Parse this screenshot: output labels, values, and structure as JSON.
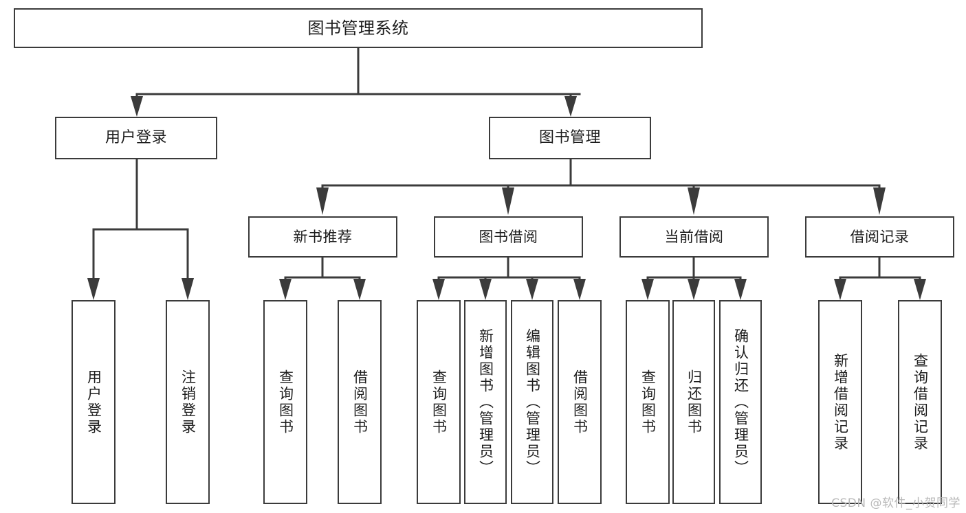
{
  "diagram": {
    "title": "图书管理系统",
    "type": "tree",
    "root": {
      "label": "图书管理系统"
    },
    "level1": [
      {
        "id": "user-login",
        "label": "用户登录"
      },
      {
        "id": "book-manage",
        "label": "图书管理"
      }
    ],
    "level2": [
      {
        "id": "new-book-recommend",
        "label": "新书推荐",
        "parent": "book-manage"
      },
      {
        "id": "book-borrow",
        "label": "图书借阅",
        "parent": "book-manage"
      },
      {
        "id": "current-borrow",
        "label": "当前借阅",
        "parent": "book-manage"
      },
      {
        "id": "borrow-record",
        "label": "借阅记录",
        "parent": "book-manage"
      }
    ],
    "leaves": [
      {
        "id": "leaf-user-login",
        "label": "用户登录",
        "parent": "user-login"
      },
      {
        "id": "leaf-user-logout",
        "label": "注销登录",
        "parent": "user-login"
      },
      {
        "id": "leaf-query-book-1",
        "label": "查询图书",
        "parent": "new-book-recommend"
      },
      {
        "id": "leaf-borrow-book-1",
        "label": "借阅图书",
        "parent": "new-book-recommend"
      },
      {
        "id": "leaf-query-book-2",
        "label": "查询图书",
        "parent": "book-borrow"
      },
      {
        "id": "leaf-add-book",
        "label": "新增图书（管理员）",
        "parent": "book-borrow"
      },
      {
        "id": "leaf-edit-book",
        "label": "编辑图书（管理员）",
        "parent": "book-borrow"
      },
      {
        "id": "leaf-borrow-book-2",
        "label": "借阅图书",
        "parent": "book-borrow"
      },
      {
        "id": "leaf-query-book-3",
        "label": "查询图书",
        "parent": "current-borrow"
      },
      {
        "id": "leaf-return-book",
        "label": "归还图书",
        "parent": "current-borrow"
      },
      {
        "id": "leaf-confirm-return",
        "label": "确认归还（管理员）",
        "parent": "current-borrow"
      },
      {
        "id": "leaf-add-record",
        "label": "新增借阅记录",
        "parent": "borrow-record"
      },
      {
        "id": "leaf-query-record",
        "label": "查询借阅记录",
        "parent": "borrow-record"
      }
    ],
    "colors": {
      "box_border": "#3b3b3b",
      "box_fill": "#ffffff",
      "line": "#3b3b3b",
      "text": "#1d1d1d",
      "watermark": "#b9b9b9"
    }
  },
  "watermark": {
    "text": "CSDN @软件_小贺同学"
  }
}
